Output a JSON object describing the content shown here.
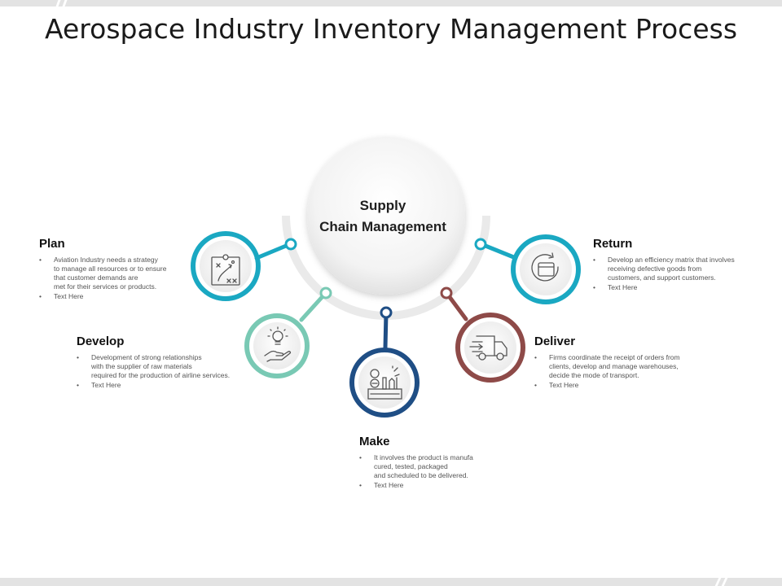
{
  "title": "Aerospace Industry Inventory Management Process",
  "center": {
    "line1": "Supply",
    "line2": "Chain Management"
  },
  "colors": {
    "plan": "#1aa8c2",
    "develop": "#79c9b4",
    "make": "#1f4e85",
    "deliver": "#8e4a48",
    "return": "#1aa8c2",
    "arc": "#eaeaea"
  },
  "steps": {
    "plan": {
      "heading": "Plan",
      "icon": "strategy-board-icon",
      "bullets": [
        "Aviation Industry needs a strategy\nto manage  all resources or to ensure\n that customer demands are\nmet for their services or products.",
        "Text Here"
      ]
    },
    "develop": {
      "heading": "Develop",
      "icon": "idea-hand-icon",
      "bullets": [
        "Development of strong relationships\nwith the supplier of raw materials\nrequired  for the production of airline services.",
        "Text Here"
      ]
    },
    "make": {
      "heading": "Make",
      "icon": "factory-tools-icon",
      "bullets": [
        "It involves the product is manufa\ncured, tested, packaged\n and scheduled to be delivered.",
        "Text Here"
      ]
    },
    "deliver": {
      "heading": "Deliver",
      "icon": "delivery-truck-icon",
      "bullets": [
        "Firms coordinate the receipt of orders from\nclients, develop and manage warehouses,\ndecide the mode of transport.",
        "Text Here"
      ]
    },
    "return": {
      "heading": "Return",
      "icon": "return-cycle-icon",
      "bullets": [
        "Develop an efficiency matrix that involves\n receiving defective goods from\ncustomers, and support customers.",
        "Text Here"
      ]
    }
  }
}
